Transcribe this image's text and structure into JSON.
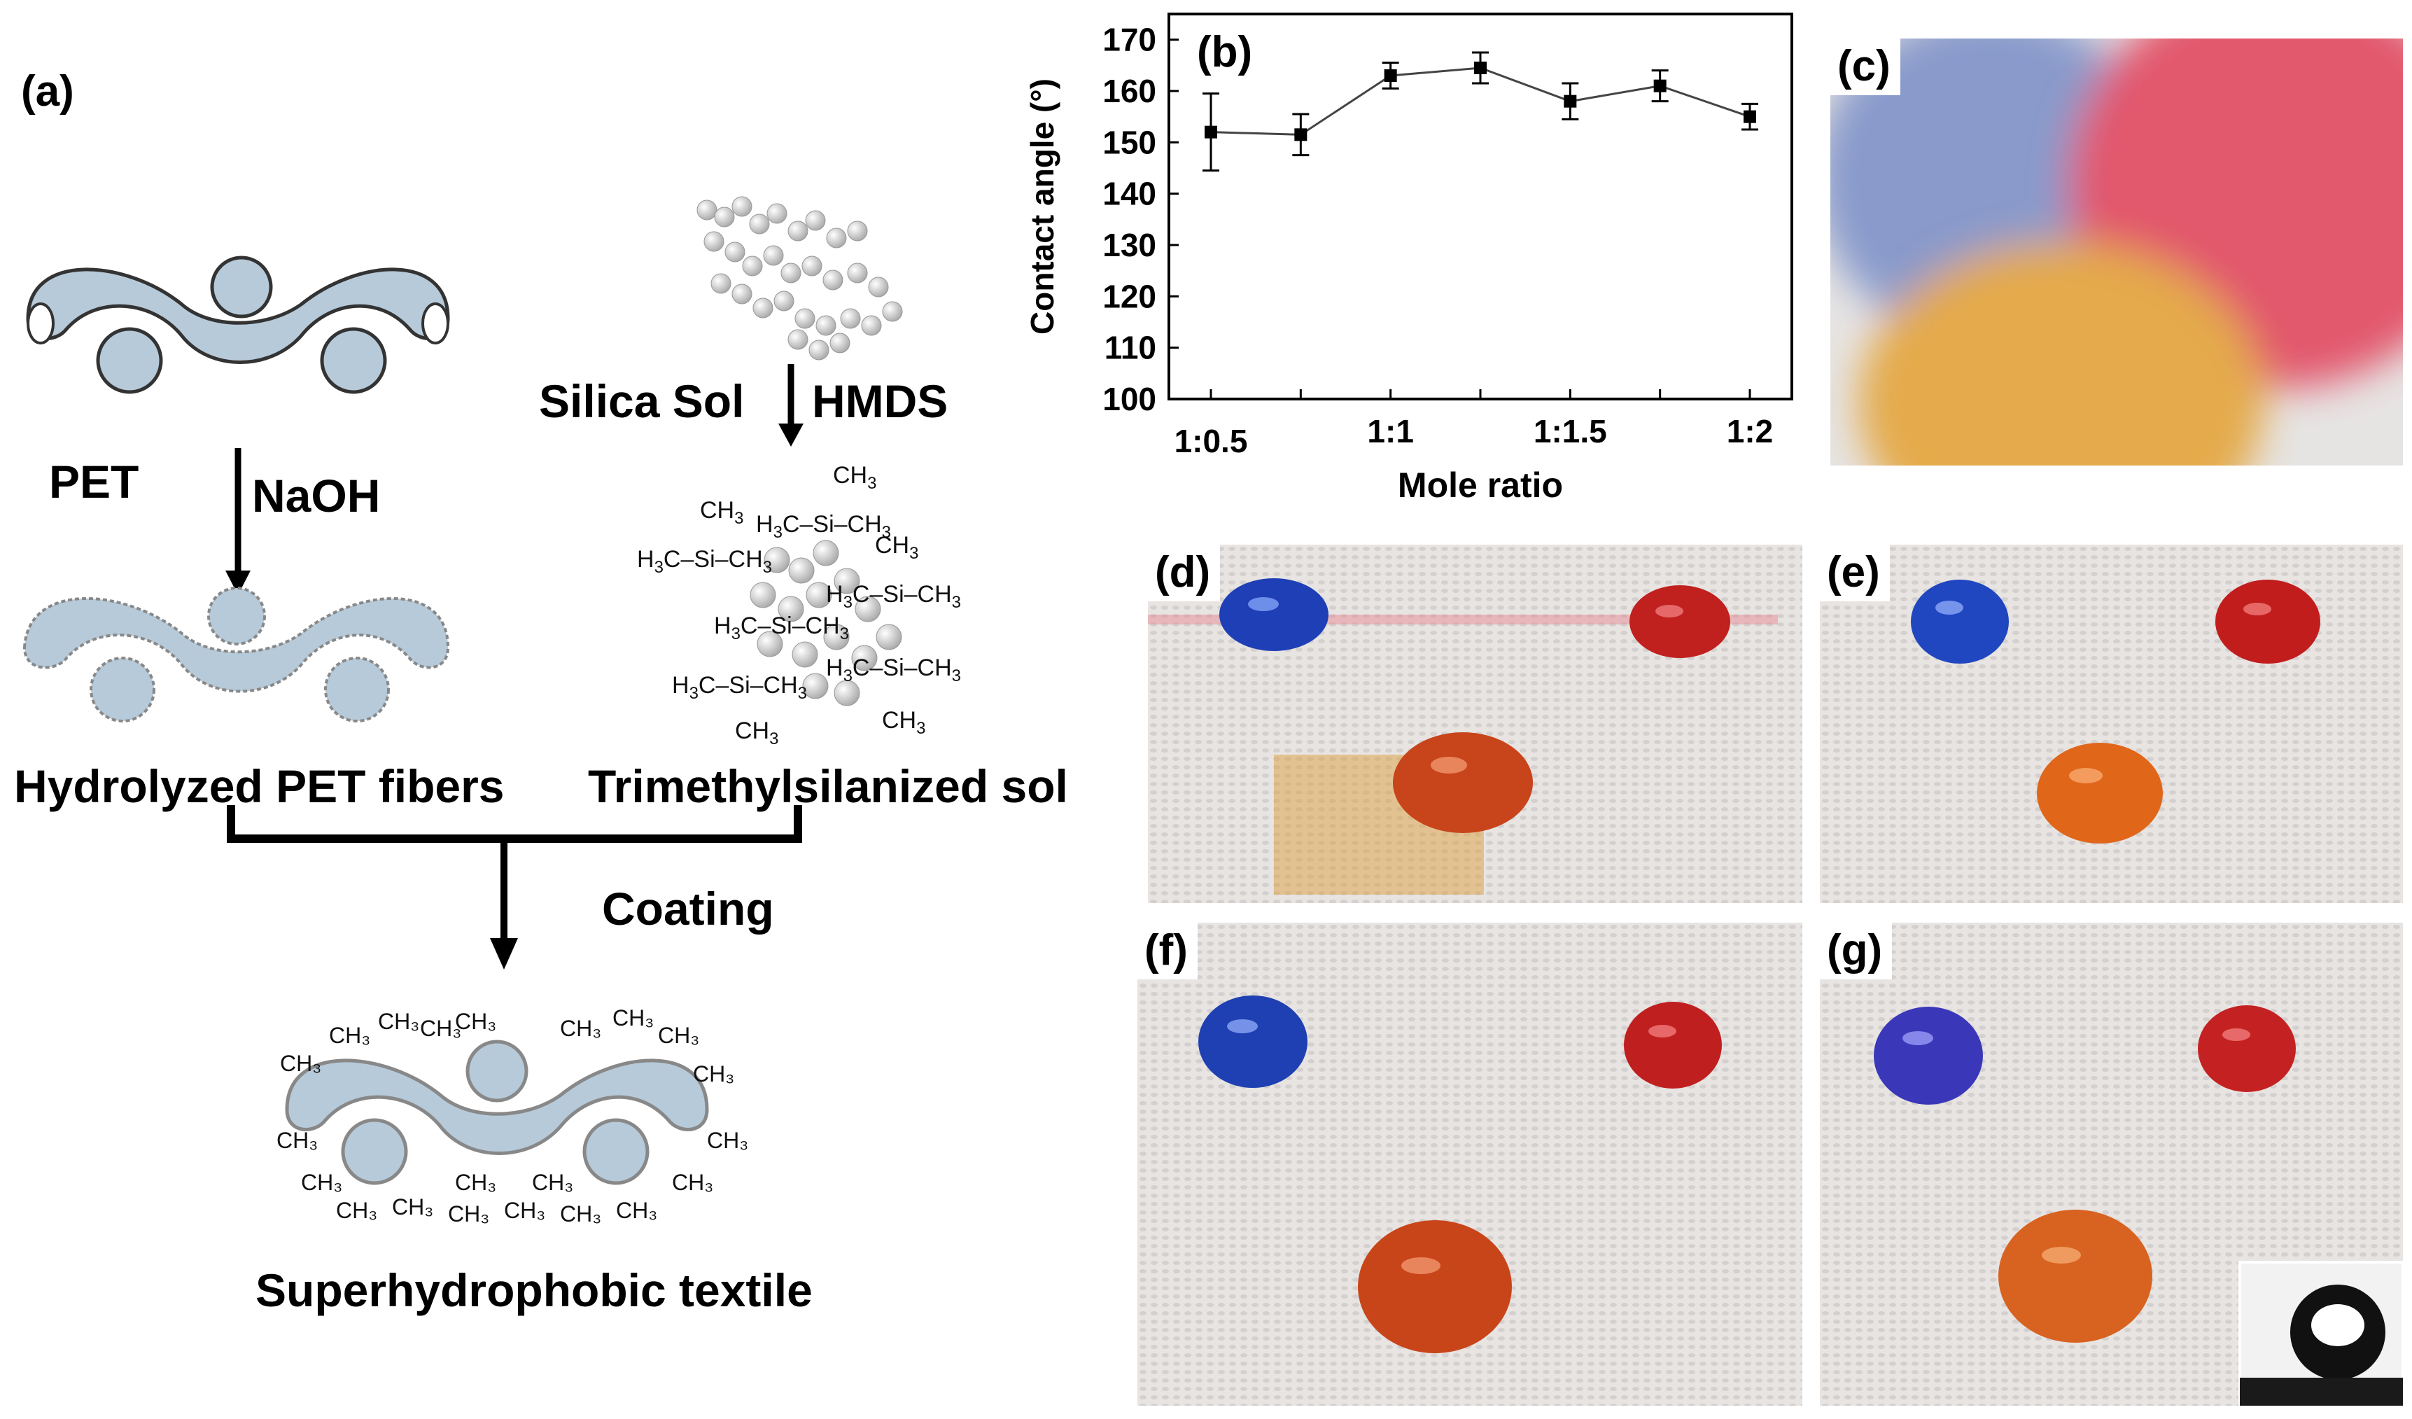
{
  "panel_a": {
    "label": "(a)",
    "pet": "PET",
    "naoh": "NaOH",
    "silica_sol": "Silica Sol",
    "hmds": "HMDS",
    "hydrolyzed": "Hydrolyzed PET fibers",
    "trimethyl": "Trimethylsilanized sol",
    "coating": "Coating",
    "product": "Superhydrophobic textile",
    "ch3": "CH",
    "sub3": "3",
    "h3c": "H",
    "c_si": "C",
    "si": "Si"
  },
  "panels": {
    "b": "(b)",
    "c": "(c)",
    "d": "(d)",
    "e": "(e)",
    "f": "(f)",
    "g": "(g)"
  },
  "chart_data": {
    "type": "line",
    "x": [
      "1:0.5",
      "1:0.75",
      "1:1",
      "1:1.25",
      "1:1.5",
      "1:1.75",
      "1:2"
    ],
    "tick_labels": [
      "1:0.5",
      "1:1",
      "1:1.5",
      "1:2"
    ],
    "y": [
      152,
      151.5,
      163,
      164.5,
      158,
      161,
      155
    ],
    "error": [
      7.5,
      4,
      2.5,
      3,
      3.5,
      3,
      2.5
    ],
    "ylim": [
      100,
      175
    ],
    "yticks": [
      100,
      110,
      120,
      130,
      140,
      150,
      160,
      170
    ],
    "xlabel": "Mole ratio",
    "ylabel": "Contact angle (°)",
    "grid": false
  },
  "colors": {
    "fiber": "#b7cad9",
    "fiber_stroke": "#4a4a4a",
    "blue_drop": "#1a3fb5",
    "red_drop": "#c41f1f",
    "orange_drop": "#d9530f",
    "fabric": "#e6e3e1"
  }
}
